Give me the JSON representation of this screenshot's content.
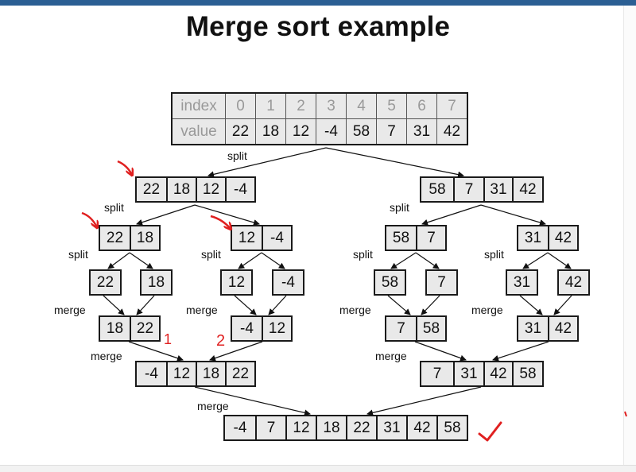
{
  "title": "Merge sort example",
  "index_table": {
    "row_labels": [
      "index",
      "value"
    ],
    "index": [
      "0",
      "1",
      "2",
      "3",
      "4",
      "5",
      "6",
      "7"
    ],
    "value": [
      "22",
      "18",
      "12",
      "-4",
      "58",
      "7",
      "31",
      "42"
    ]
  },
  "arrays": {
    "split_left_4": [
      "22",
      "18",
      "12",
      "-4"
    ],
    "split_right_4": [
      "58",
      "7",
      "31",
      "42"
    ],
    "split_ll_2": [
      "22",
      "18"
    ],
    "split_lr_2": [
      "12",
      "-4"
    ],
    "split_rl_2": [
      "58",
      "7"
    ],
    "split_rr_2": [
      "31",
      "42"
    ],
    "leaf_1": [
      "22"
    ],
    "leaf_2": [
      "18"
    ],
    "leaf_3": [
      "12"
    ],
    "leaf_4": [
      "-4"
    ],
    "leaf_5": [
      "58"
    ],
    "leaf_6": [
      "7"
    ],
    "leaf_7": [
      "31"
    ],
    "leaf_8": [
      "42"
    ],
    "merge_ll_2": [
      "18",
      "22"
    ],
    "merge_lr_2": [
      "-4",
      "12"
    ],
    "merge_rl_2": [
      "7",
      "58"
    ],
    "merge_rr_2": [
      "31",
      "42"
    ],
    "merge_left_4": [
      "-4",
      "12",
      "18",
      "22"
    ],
    "merge_right_4": [
      "7",
      "31",
      "42",
      "58"
    ],
    "result_8": [
      "-4",
      "7",
      "12",
      "18",
      "22",
      "31",
      "42",
      "58"
    ]
  },
  "labels": {
    "split": "split",
    "merge": "merge"
  },
  "annotations": {
    "num_1": "1",
    "num_2": "2"
  },
  "colors": {
    "ink": "#111111",
    "cell_fill": "#e9e9e9",
    "annotation": "#e02020",
    "top_bar": "#2b5f93"
  }
}
